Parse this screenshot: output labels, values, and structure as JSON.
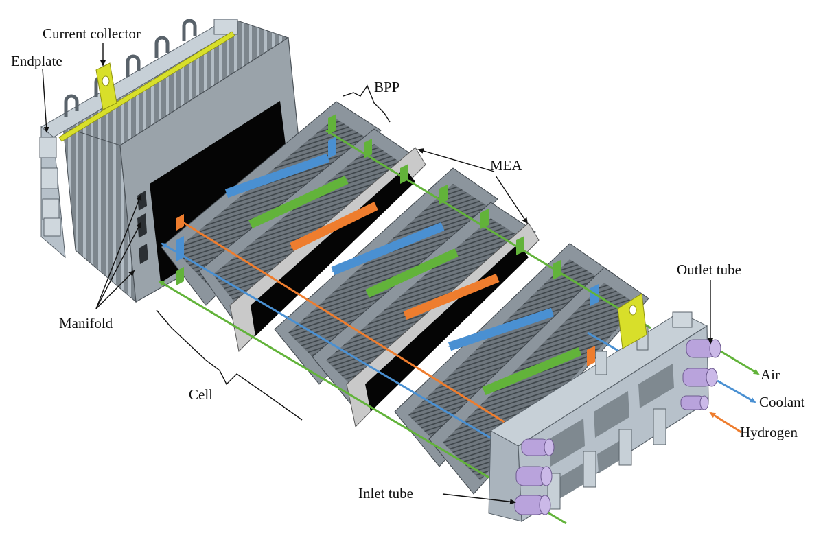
{
  "labels": {
    "current_collector": "Current collector",
    "endplate": "Endplate",
    "bpp": "BPP",
    "mea": "MEA",
    "manifold": "Manifold",
    "cell": "Cell",
    "outlet_tube": "Outlet tube",
    "inlet_tube": "Inlet tube",
    "air": "Air",
    "coolant": "Coolant",
    "hydrogen": "Hydrogen"
  },
  "colors": {
    "air": "#62b33a",
    "coolant": "#4a90d2",
    "hydrogen": "#ee7d2e",
    "collector": "#d8df2a",
    "tube": "#b9a3dc",
    "endplate": "#b7c1ca",
    "plate": "#8c959d",
    "mea_frame": "#c9c9c9",
    "mea_core": "#050505"
  }
}
